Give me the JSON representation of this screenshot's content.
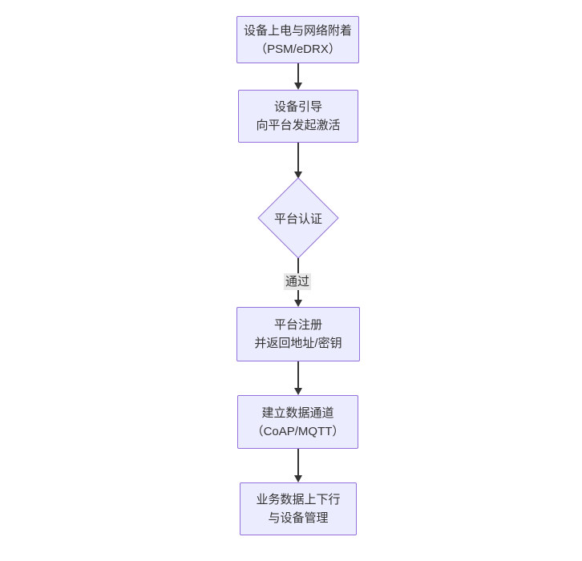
{
  "flowchart": {
    "nodes": [
      {
        "id": "power-attach",
        "type": "rect",
        "lines": [
          "设备上电与网络附着",
          "（PSM/eDRX）"
        ]
      },
      {
        "id": "bootstrap",
        "type": "rect",
        "lines": [
          "设备引导",
          "向平台发起激活"
        ]
      },
      {
        "id": "platform-auth",
        "type": "diamond",
        "label": "平台认证"
      },
      {
        "id": "platform-register",
        "type": "rect",
        "lines": [
          "平台注册",
          "并返回地址/密钥"
        ]
      },
      {
        "id": "data-channel",
        "type": "rect",
        "lines": [
          "建立数据通道",
          "（CoAP/MQTT）"
        ]
      },
      {
        "id": "business-data",
        "type": "rect",
        "lines": [
          "业务数据上下行",
          "与设备管理"
        ]
      }
    ],
    "edges": [
      {
        "from": "power-attach",
        "to": "bootstrap",
        "label": ""
      },
      {
        "from": "bootstrap",
        "to": "platform-auth",
        "label": ""
      },
      {
        "from": "platform-auth",
        "to": "platform-register",
        "label": "通过"
      },
      {
        "from": "platform-register",
        "to": "data-channel",
        "label": ""
      },
      {
        "from": "data-channel",
        "to": "business-data",
        "label": ""
      }
    ],
    "colors": {
      "node_fill": "#ECECFF",
      "node_border": "#9370DB",
      "arrow": "#333333",
      "text": "#333333",
      "edge_label_bg": "#e8e8e8"
    }
  }
}
